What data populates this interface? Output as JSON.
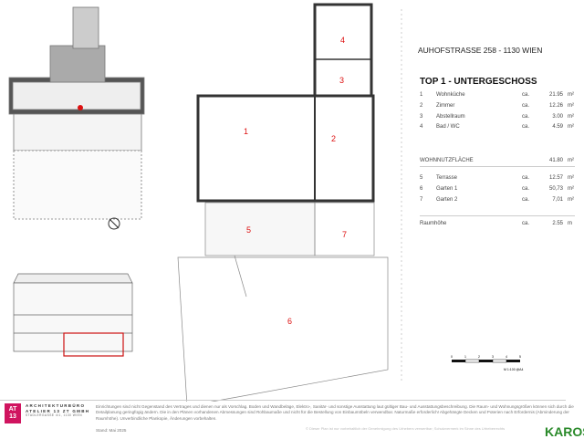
{
  "header": {
    "address": "AUHOFSTRASSE 258 - 1130 WIEN",
    "title": "TOP 1  - UNTERGESCHOSS"
  },
  "rooms": [
    {
      "no": "1",
      "name": "Wohnküche",
      "ca": "ca.",
      "area": "21.95",
      "unit": "m²"
    },
    {
      "no": "2",
      "name": "Zimmer",
      "ca": "ca.",
      "area": "12.26",
      "unit": "m²"
    },
    {
      "no": "3",
      "name": "Abstellraum",
      "ca": "ca.",
      "area": "3.00",
      "unit": "m²"
    },
    {
      "no": "4",
      "name": "Bad / WC",
      "ca": "ca.",
      "area": "4.59",
      "unit": "m²"
    }
  ],
  "total": {
    "label": "WOHNNUTZFLÄCHE",
    "area": "41.80",
    "unit": "m²"
  },
  "outdoor": [
    {
      "no": "5",
      "name": "Terrasse",
      "ca": "ca.",
      "area": "12.57",
      "unit": "m²"
    },
    {
      "no": "6",
      "name": "Garten 1",
      "ca": "ca.",
      "area": "50,73",
      "unit": "m²"
    },
    {
      "no": "7",
      "name": "Garten 2",
      "ca": "ca.",
      "area": "7,01",
      "unit": "m²"
    }
  ],
  "height": {
    "label": "Raumhöhe",
    "ca": "ca.",
    "value": "2.55",
    "unit": "m"
  },
  "plan_labels": [
    "1",
    "2",
    "3",
    "4",
    "5",
    "6",
    "7"
  ],
  "scale": {
    "ticks": [
      "0",
      "1",
      "2",
      "3",
      "4",
      "5"
    ],
    "label": "M 1:100 @A4"
  },
  "firm": {
    "logo": "AT 13",
    "name1": "ARCHITEKTURBÜRO",
    "name2": "ATELIER 13 ZT GMBH",
    "address": "STADLERGASSE 4/1, 1130 WIEN"
  },
  "notes": "Einrichtungen sind nicht Gegenstand des Vertrages und dienen nur als Vorschlag. Boden und Wandbeläge, Elektro-, Sanitär- und sonstige Ausstattung laut gültiger Bau- und Ausstattungsbeschreibung. Die Raum- und Wohnungsgrößen können sich durch die Detailplanung geringfügig ändern. Die in den Plänen vorhandenen Abmessungen sind Rohbaumaße und nicht für die Bestellung von Einbaumöbeln verwendbar. Naturmaße erforderlich! Abgehängte Decken und Poterien nach Erfordernis (Abminderung der Raumhöhe). Unverbindliche Plankopie, Änderungen vorbehalten.",
  "stand": "Stand: Mai 2025",
  "copyright": "© Dieser Plan ist nur vorbehaltlich der Genehmigung des Urhebers verwertbar; Schutzvermerk im Sinne des Urheberrechts",
  "brand": "KAROS",
  "colors": {
    "label_red": "#dd1111",
    "logo_magenta": "#d0145f",
    "brand_green": "#2a8a2a",
    "highlight_red": "#cc1111"
  }
}
